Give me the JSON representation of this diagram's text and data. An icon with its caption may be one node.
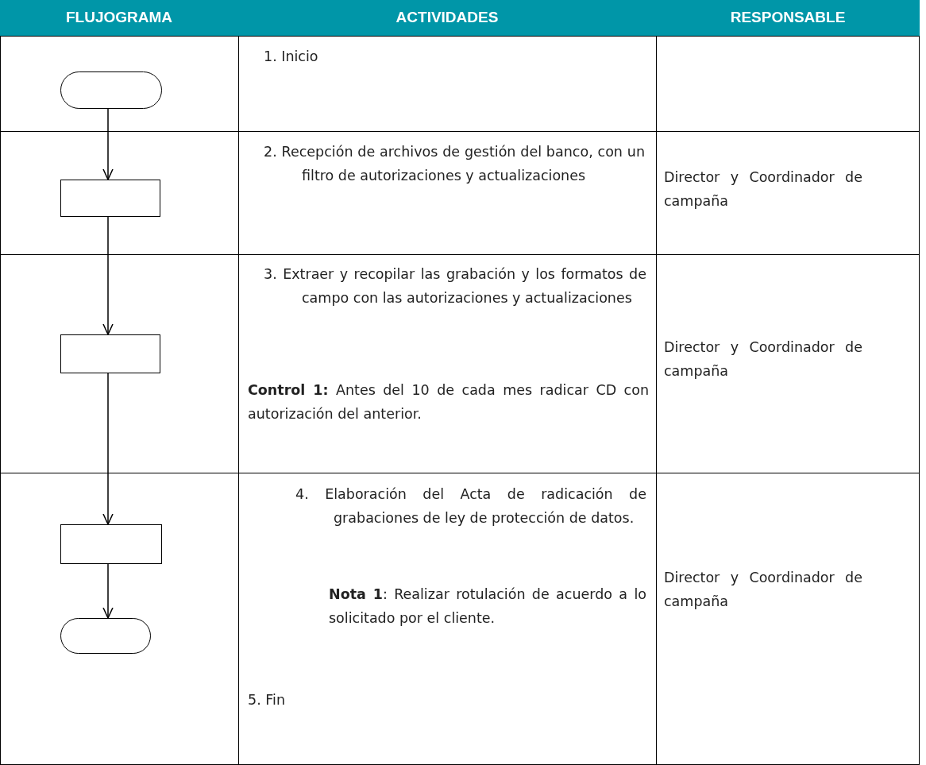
{
  "diagram": {
    "nodes": [
      {
        "text": [],
        "shape": "terminal"
      },
      {
        "text": [],
        "shape": "box"
      },
      {
        "text": [],
        "shape": "box"
      },
      {
        "text": [],
        "shape": "box"
      },
      {
        "text": [],
        "shape": "terminal"
      }
    ],
    "edges": [
      {
        "from": 0,
        "to": 1,
        "arrow": "to"
      },
      {
        "from": 1,
        "to": 2,
        "arrow": "to"
      },
      {
        "from": 2,
        "to": 3,
        "arrow": "to"
      },
      {
        "from": 3,
        "to": 4,
        "arrow": "to"
      }
    ],
    "labels": [
      "FLUJOGRAMA",
      "ACTIVIDADES",
      "RESPONSABLE",
      "1. Inicio",
      "2. Recepción de archivos de gestión del banco, con un filtro de autorizaciones y actualizaciones",
      "Director y Coordinador de campaña",
      "3. Extraer y recopilar las grabación y los formatos de campo con las autorizaciones y actualizaciones",
      "**Control 1:** Antes del 10 de cada mes radicar CD con autorización del anterior.",
      "Director y Coordinador de campaña",
      "4. Elaboración del Acta de radicación de grabaciones de ley de protección de datos.",
      "**Nota 1**: Realizar rotulación de acuerdo a lo solicitado por el cliente.",
      "5. Fin",
      "Director y Coordinador de campaña"
    ]
  }
}
